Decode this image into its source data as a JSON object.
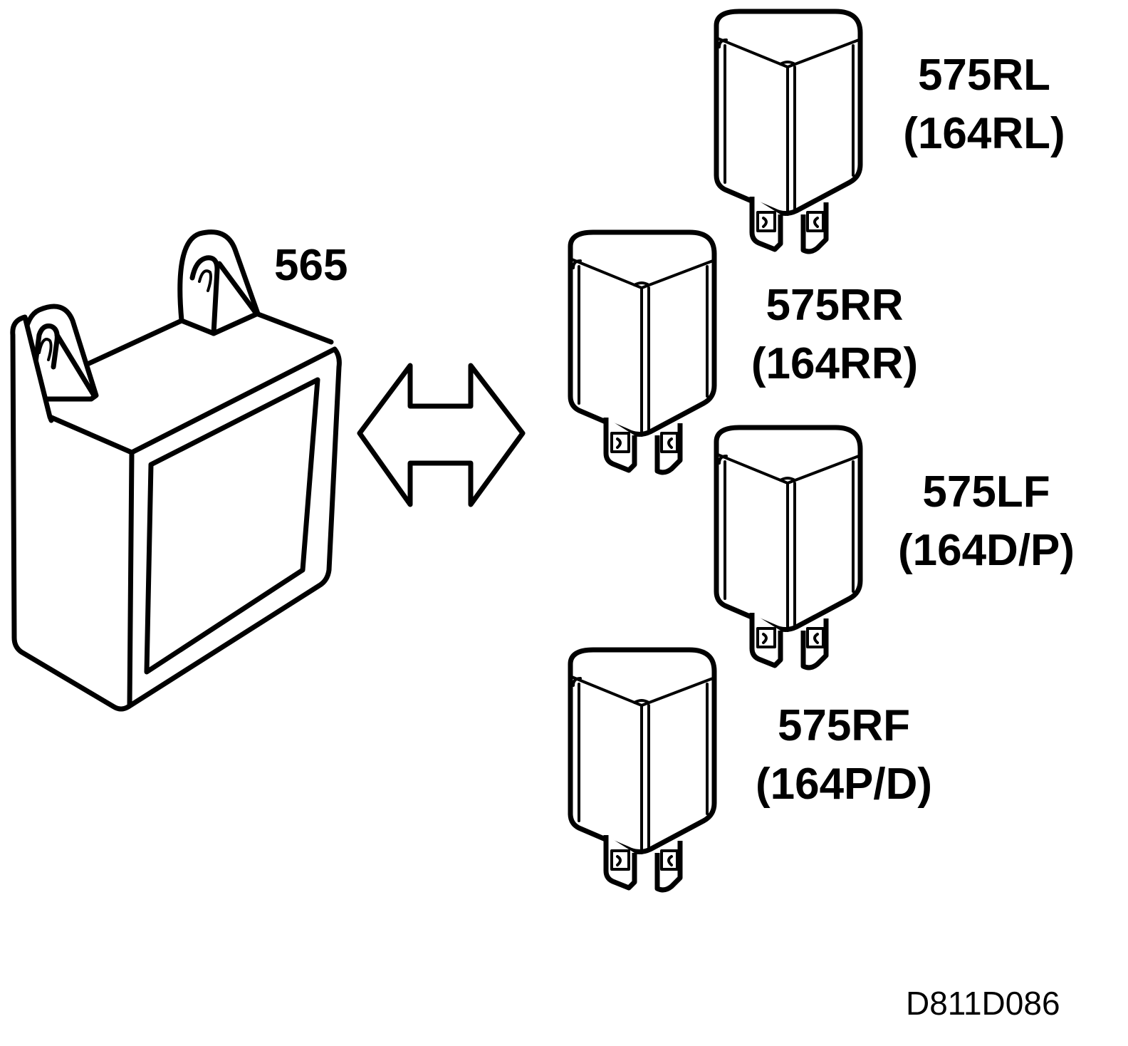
{
  "module": {
    "label": "565"
  },
  "relays": [
    {
      "code": "575RL",
      "alt": "(164RL)"
    },
    {
      "code": "575RR",
      "alt": "(164RR)"
    },
    {
      "code": "575LF",
      "alt": "(164D/P)"
    },
    {
      "code": "575RF",
      "alt": "(164P/D)"
    }
  ],
  "figure_ref": "D811D086"
}
